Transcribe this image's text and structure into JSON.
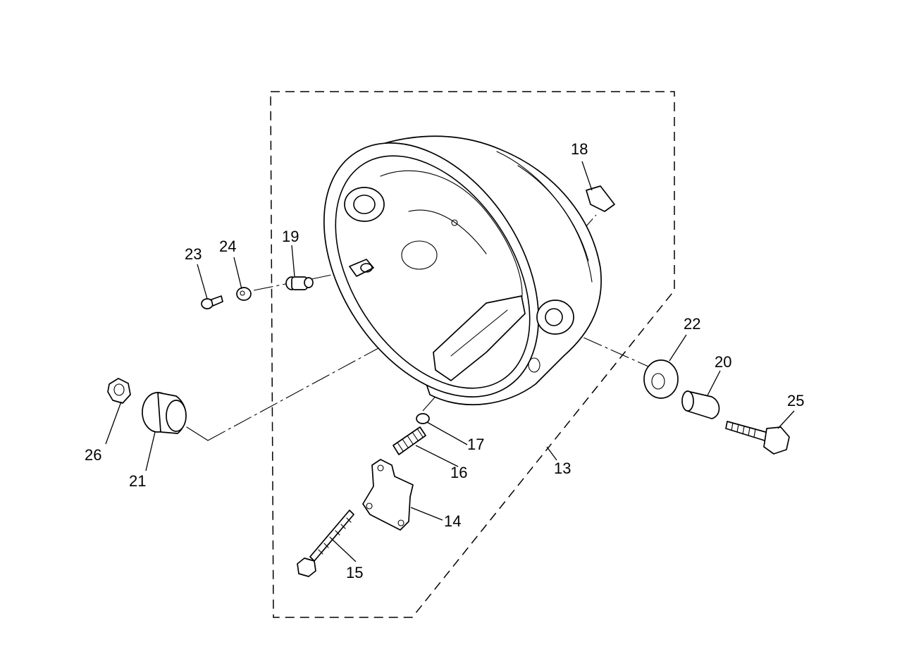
{
  "callouts": {
    "c13": "13",
    "c14": "14",
    "c15": "15",
    "c16": "16",
    "c17": "17",
    "c18": "18",
    "c19": "19",
    "c20": "20",
    "c21": "21",
    "c22": "22",
    "c23": "23",
    "c24": "24",
    "c25": "25",
    "c26": "26"
  }
}
